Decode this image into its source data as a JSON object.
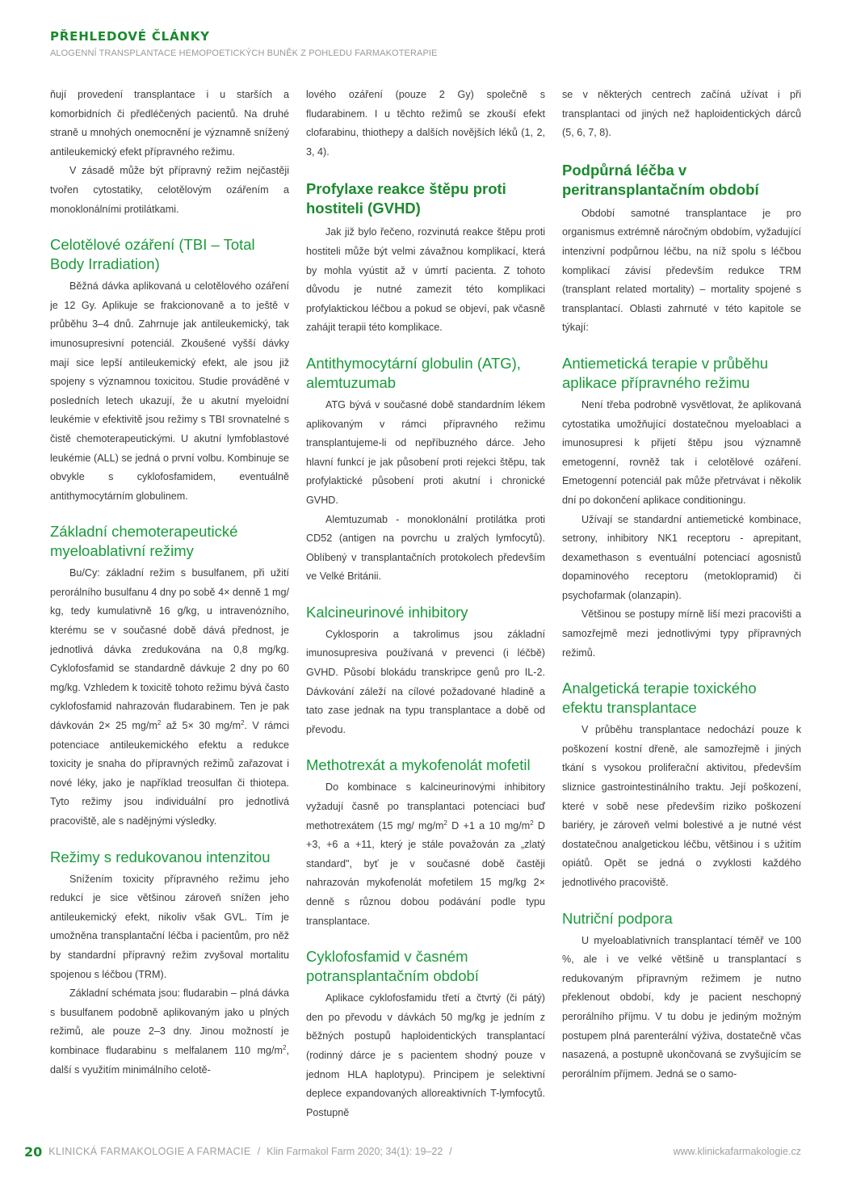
{
  "header": {
    "section": "PŘEHLEDOVÉ ČLÁNKY",
    "running_title": "ALOGENNÍ TRANSPLANTACE HEMOPOETICKÝCH BUNĚK Z POHLEDU FARMAKOTERAPIE"
  },
  "col1": {
    "p1": "ňují provedení transplantace i u starších a komorbidních či předléčených pacientů. Na druhé straně u mnohých onemocnění je významně snížený antileukemický efekt přípravného režimu.",
    "p2": "V zásadě může být přípravný režim nejčastěji tvořen cytostatiky, celotělovým ozářením a monoklonálními protilátkami.",
    "h_tbi": "Celotělové ozáření (TBI – Total Body Irradiation)",
    "p_tbi": "Běžná dávka aplikovaná u celotělového ozáření je 12 Gy. Aplikuje se frakcionovaně a to ještě v průběhu 3–4 dnů. Zahrnuje jak antileukemický, tak imunosupresivní potenciál. Zkoušené vyšší dávky mají sice lepší antileukemický efekt, ale jsou již spojeny s významnou toxicitou. Studie prováděné v posledních letech ukazují, že u akutní myeloidní leukémie v efektivitě jsou režimy s TBI srovnatelné s čistě chemoterapeutickými. U akutní lymfoblastové leukémie (ALL) se jedná o první volbu. Kombinuje se obvykle s cyklofosfamidem, eventuálně antithymocytárním globulinem.",
    "h_chemo": "Základní chemoterapeutické myeloablativní režimy",
    "p_chemo_a": "Bu/Cy: základní režim s busulfanem, při užití perorálního busulfanu 4 dny po sobě 4× denně 1 mg/ kg, tedy kumulativně 16 g/kg, u intravenózního, kterému se v současné době dává přednost, je jednotlivá dávka zredukována na 0,8 mg/kg. Cyklofosfamid se standardně dávkuje 2 dny po 60 mg/kg. Vzhledem k toxicitě tohoto režimu bývá často cyklofosfamid nahrazován fludarabinem. Ten je pak dávkován 2× 25 mg/m",
    "p_chemo_b": " až 5× 30 mg/m",
    "p_chemo_c": ". V rámci potenciace antileukemického efektu a redukce toxicity je snaha do přípravných režimů zařazovat i nové léky, jako je například treosulfan či thiotepa. Tyto režimy jsou individuální pro jednotlivá pracoviště, ale s nadějnými výsledky.",
    "sup2": "2",
    "h_ric": "Režimy s redukovanou intenzitou",
    "p_ric1": "Snížením toxicity přípravného režimu jeho redukcí je sice většinou zároveň snížen jeho antileukemický efekt, nikoliv však GVL. Tím je umožněna transplantační léčba i pacientům, pro něž by standardní přípravný režim zvyšoval mortalitu spojenou s léčbou (TRM).",
    "p_ric2_a": "Základní schémata jsou: fludarabin – plná dávka s busulfanem podobně aplikovaným jako u plných režimů, ale pouze 2–3 dny. Jinou možností je kombinace fludarabinu s melfalanem 110 mg/m",
    "p_ric2_b": ", další s využitím minimálního celotě-"
  },
  "col2": {
    "p1": "lového ozáření (pouze 2 Gy) společně s fludarabinem. I u těchto režimů se zkouší efekt clofarabinu, thiothepy a dalších novějších léků (1, 2, 3, 4).",
    "h_gvhd": "Profylaxe reakce štěpu proti hostiteli (GVHD)",
    "p_gvhd": "Jak již bylo řečeno, rozvinutá reakce štěpu proti hostiteli může být velmi závažnou komplikací, která by mohla vyústit až v úmrtí pacienta. Z tohoto důvodu je nutné zamezit této komplikaci profylaktickou léčbou a pokud se objeví, pak včasně zahájit terapii této komplikace.",
    "h_atg": "Antithymocytární globulin (ATG), alemtuzumab",
    "p_atg1": "ATG bývá v současné době standardním lékem aplikovaným v rámci přípravného režimu transplantujeme-li od nepříbuzného dárce. Jeho hlavní funkcí je jak působení proti rejekci štěpu, tak profylaktické působení proti akutní i chronické GVHD.",
    "p_atg2": "Alemtuzumab - monoklonální protilátka proti CD52 (antigen na povrchu u zralých lymfocytů). Oblíbený v transplantačních protokolech především ve Velké Británii.",
    "h_cni": "Kalcineurinové inhibitory",
    "p_cni": "Cyklosporin a takrolimus jsou základní imunosupresiva používaná v prevenci (i léčbě) GVHD. Působí blokádu transkripce genů pro IL-2. Dávkování záleží na cílové požadované hladině a tato zase jednak na typu transplantace a době od převodu.",
    "h_mtx": "Methotrexát a mykofenolát mofetil",
    "p_mtx_a": "Do kombinace s kalcineurinovými inhibitory vyžadují časně po transplantaci potenciaci buď methotrexátem (15 mg/ mg/m",
    "p_mtx_b": " D +1 a 10 mg/m",
    "p_mtx_c": " D +3, +6 a +11, který je stále považován za „zlatý standard\", byť je v současné době častěji nahrazován mykofenolát mofetilem 15 mg/kg 2× denně s různou dobou podávání podle typu transplantace.",
    "sup2": "2",
    "h_cy": "Cyklofosfamid v časném potransplantačním období",
    "p_cy": "Aplikace cyklofosfamidu třetí a čtvrtý (či pátý) den po převodu v dávkách 50 mg/kg je jedním z běžných postupů haploidentických transplantací (rodinný dárce je s pacientem shodný pouze v jednom HLA haplotypu). Principem je selektivní deplece expandovaných alloreaktivních T-lymfocytů. Postupně"
  },
  "col3": {
    "p1": "se v některých centrech začíná užívat i při transplantaci od jiných než haploidentických dárců (5, 6, 7, 8).",
    "h_support": "Podpůrná léčba v peritransplantačním období",
    "p_support": "Období samotné transplantace je pro organismus extrémně náročným obdobím, vyžadující intenzivní podpůrnou léčbu, na níž spolu s léčbou komplikací závisí především redukce TRM (transplant related mortality) – mortality spojené s transplantací. Oblasti zahrnuté v této kapitole se týkají:",
    "h_antiem": "Antiemetická terapie v průběhu aplikace přípravného režimu",
    "p_antiem1": "Není třeba podrobně vysvětlovat, že aplikovaná cytostatika umožňující dostatečnou myeloablaci a imunosupresi k přijetí štěpu jsou významně emetogenní, rovněž tak i celotělové ozáření. Emetogenní potenciál pak může přetrvávat i několik dní po dokončení aplikace conditioningu.",
    "p_antiem2": "Užívají se standardní antiemetické kombinace, setrony, inhibitory NK1 receptoru - aprepitant, dexamethason s eventuální potenciací agosnistů dopaminového receptoru (metoklopramid) či psychofarmak (olanzapin).",
    "p_antiem3": "Většinou se postupy mírně liší mezi pracovišti a samozřejmě mezi jednotlivými typy přípravných režimů.",
    "h_analg": "Analgetická terapie toxického efektu transplantace",
    "p_analg": "V průběhu transplantace nedochází pouze k poškození kostní dřeně, ale samozřejmě i jiných tkání s vysokou proliferační aktivitou, především sliznice gastrointestinálního traktu. Její poškození, které v sobě nese především riziko poškození bariéry, je zároveň velmi bolestivé a je nutné vést dostatečnou analgetickou léčbu, většinou i s užitím opiátů. Opět se jedná o zvyklosti každého jednotlivého pracoviště.",
    "h_nutr": "Nutriční podpora",
    "p_nutr": "U myeloablativních transplantací téměř ve 100 %, ale i ve velké většině u transplantací s redukovaným přípravným režimem je nutno překlenout období, kdy je pacient neschopný perorálního příjmu. V tu dobu je jediným možným postupem plná parenterální výživa, dostatečně včas nasazená, a postupně ukončovaná se zvyšujícím se perorálním příjmem. Jedná se o samo-"
  },
  "footer": {
    "page_number": "20",
    "journal": "KLINICKÁ FARMAKOLOGIE A FARMACIE",
    "sep": "/",
    "citation": "Klin Farmakol Farm 2020; 34(1): 19–22",
    "website": "www.klinickafarmakologie.cz"
  }
}
